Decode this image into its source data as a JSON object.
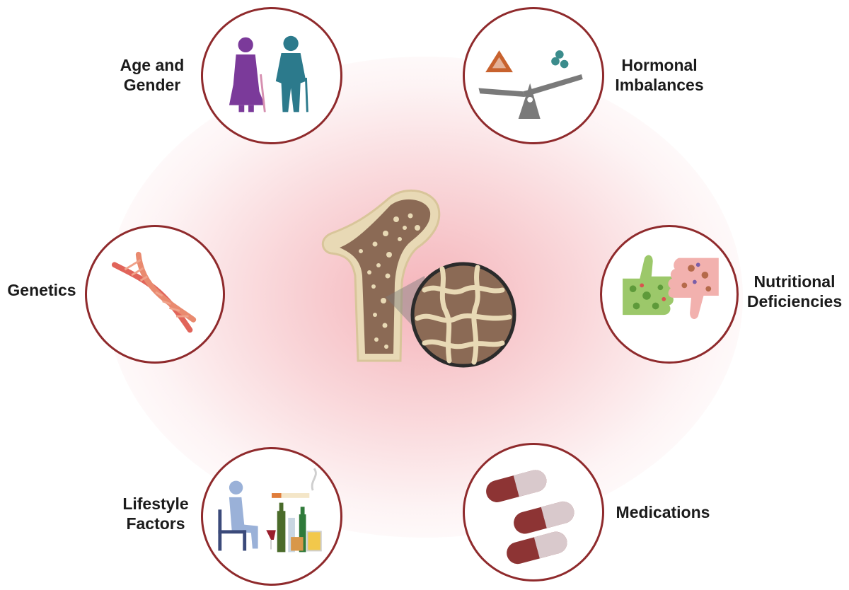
{
  "factors": {
    "age_gender": [
      "Age and",
      "Gender"
    ],
    "hormonal": [
      "Hormonal",
      "Imbalances"
    ],
    "genetics": [
      "Genetics"
    ],
    "nutritional": [
      "Nutritional",
      "Deficiencies"
    ],
    "lifestyle": [
      "Lifestyle",
      "Factors"
    ],
    "medications": [
      "Medications"
    ]
  },
  "icons": {
    "age_gender": "elderly-couple-icon",
    "hormonal": "seesaw-balance-icon",
    "genetics": "dna-helix-icon",
    "nutritional": "thumbs-up-down-food-icon",
    "lifestyle": "sitting-drinking-smoking-icon",
    "medications": "capsule-pills-icon",
    "center": "osteoporotic-femur-icon"
  },
  "colors": {
    "circle_border": "#8f2a2c",
    "glow": "#ec7882",
    "bone_outline": "#e8d9b5",
    "bone_trabecular": "#8b6a55"
  }
}
